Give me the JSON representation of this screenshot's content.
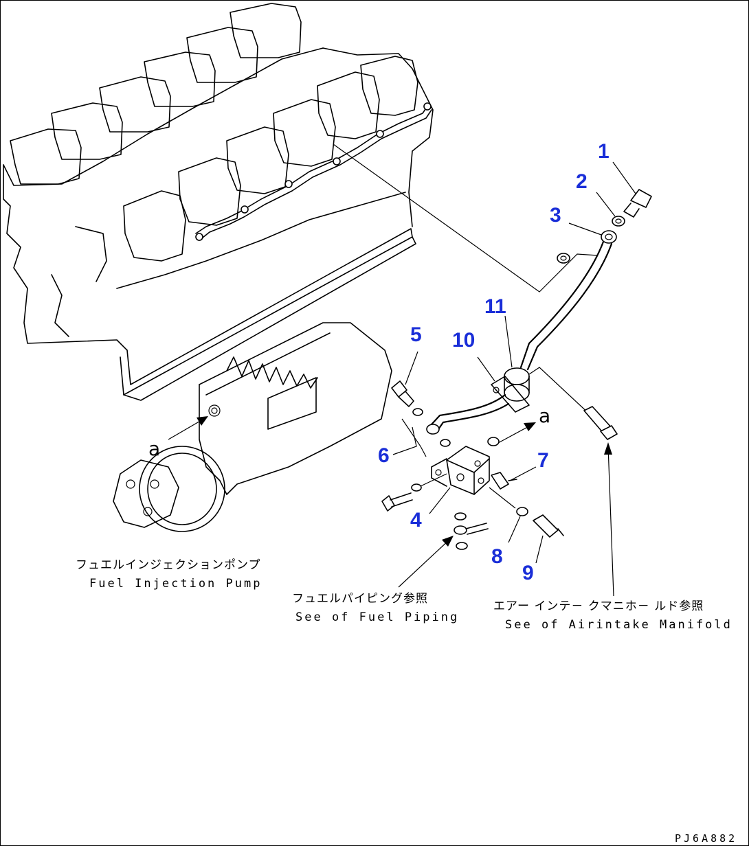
{
  "callouts": {
    "n1": "1",
    "n2": "2",
    "n3": "3",
    "n4": "4",
    "n5": "5",
    "n6": "6",
    "n7": "7",
    "n8": "8",
    "n9": "9",
    "n10": "10",
    "n11": "11"
  },
  "refs": {
    "a_left": "a",
    "a_right": "a"
  },
  "labels": {
    "fuel_pump_jp": "フュエルインジェクションポンプ",
    "fuel_pump_en": "Fuel Injection Pump",
    "fuel_piping_jp": "フュエルパイピング参照",
    "fuel_piping_en": "See of Fuel Piping",
    "air_intake_jp": "エアー インテ－ クマニホ－ ルド参照",
    "air_intake_en": "See of Airintake Manifold"
  },
  "drawing_code": "PJ6A882",
  "colors": {
    "callout": "#1a2ed8",
    "line": "#000000",
    "background": "#ffffff"
  }
}
